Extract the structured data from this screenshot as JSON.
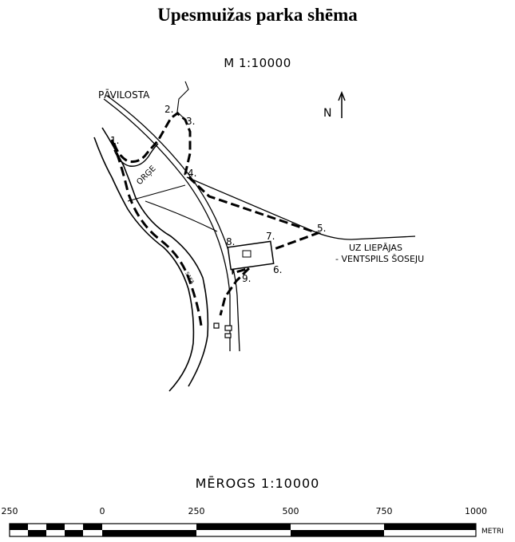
{
  "title": "Upesmuižas parka shēma",
  "scale_top": "M 1:10000",
  "scale_bottom": "MĒROGS 1:10000",
  "north": "N",
  "places": {
    "pavilosta": "PĀVILOSTA",
    "orge": "ORĢE",
    "saka": "SAKA",
    "road_line1": "UZ LIEPĀJAS",
    "road_line2": "- VENTSPILS ŠOSEJU"
  },
  "points": [
    "1.",
    "2.",
    "3.",
    "4.",
    "5.",
    "6.",
    "7.",
    "8.",
    "9."
  ],
  "scalebar": {
    "tick_labels": [
      "250",
      "0",
      "250",
      "500",
      "750",
      "1000"
    ],
    "unit": "METRI"
  }
}
